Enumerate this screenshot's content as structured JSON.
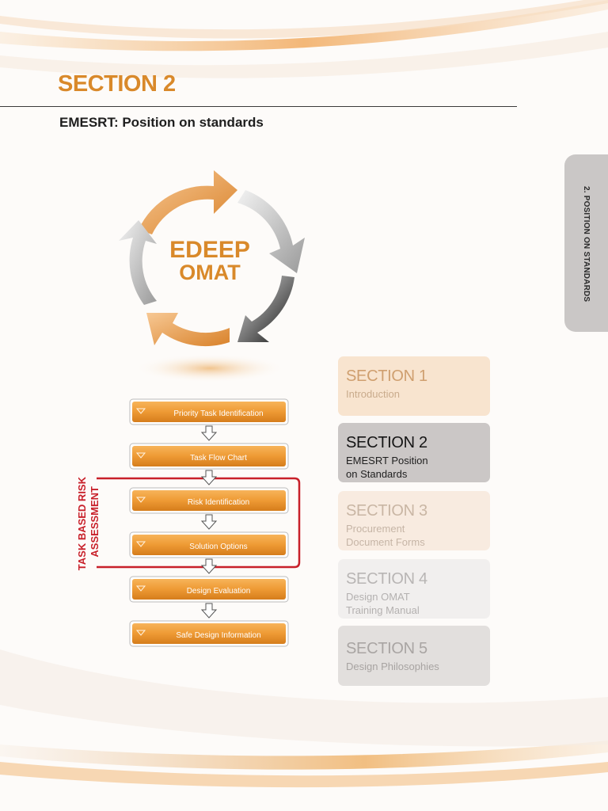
{
  "page": {
    "section_heading": "SECTION 2",
    "subtitle": "EMESRT: Position on standards",
    "side_tab_label": "2. POSITION ON STANDARDS"
  },
  "cycle": {
    "line1": "EDEEP",
    "line2": "OMAT"
  },
  "flow": {
    "steps": [
      "Priority Task Identification",
      "Task Flow Chart",
      "Risk Identification",
      "Solution Options",
      "Design Evaluation",
      "Safe Design Information"
    ],
    "bracket_label_line1": "TASK BASED RISK",
    "bracket_label_line2": "ASSESSMENT"
  },
  "nav": [
    {
      "title": "SECTION 1",
      "desc": "Introduction"
    },
    {
      "title": "SECTION 2",
      "desc": "EMESRT Position\non Standards"
    },
    {
      "title": "SECTION 3",
      "desc": "Procurement\nDocument Forms"
    },
    {
      "title": "SECTION 4",
      "desc": "Design OMAT\nTraining Manual"
    },
    {
      "title": "SECTION 5",
      "desc": "Design Philosophies"
    }
  ],
  "colors": {
    "accent": "#d9892a",
    "bracket_red": "#c8202a",
    "nav1_bg": "#f8e4cf",
    "nav2_bg": "#cbc7c6",
    "nav3_bg": "#f8ebe0",
    "nav4_bg": "#f1efee",
    "nav5_bg": "#e2dfdd"
  }
}
